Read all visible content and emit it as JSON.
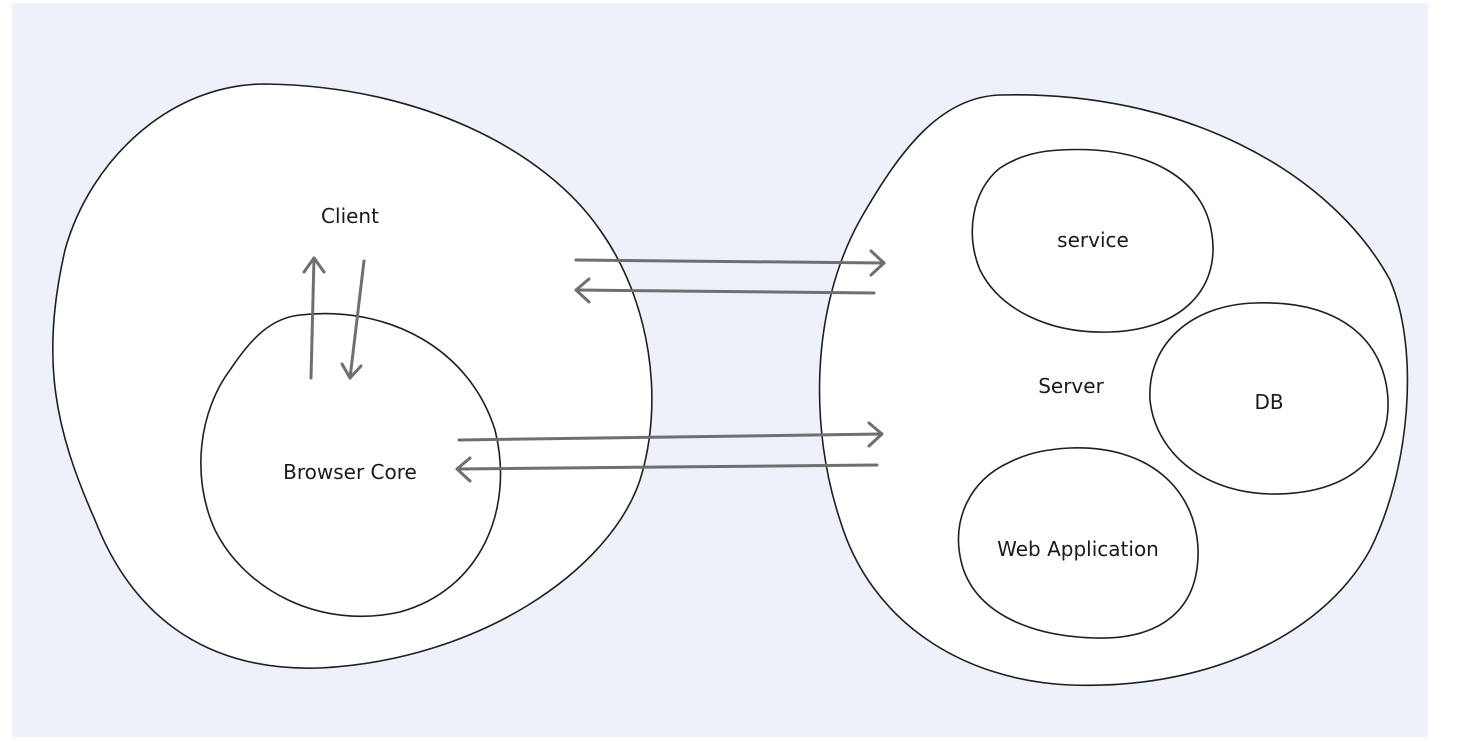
{
  "labels": {
    "client": "Client",
    "browser_core": "Browser Core",
    "server": "Server",
    "service": "service",
    "db": "DB",
    "web_application": "Web Application"
  },
  "colors": {
    "canvas_background": "#edf2fa",
    "shape_fill": "#ffffff",
    "shape_stroke": "#1f1f1f",
    "arrow": "#6f6f6f"
  }
}
